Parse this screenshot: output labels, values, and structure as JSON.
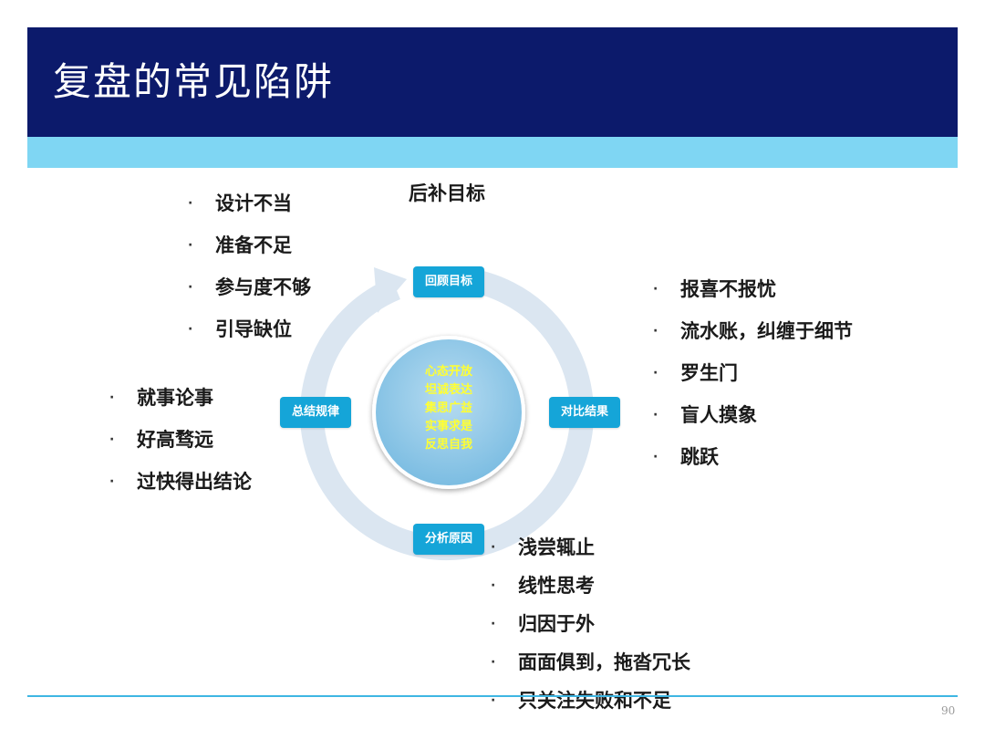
{
  "title": "复盘的常见陷阱",
  "page_number": "90",
  "colors": {
    "header": "#0c1a6b",
    "band": "#7fd6f3",
    "node": "#15a5d8",
    "center_text": "#ffff33",
    "ring": "#dbe6f1"
  },
  "cycle": {
    "nodes": {
      "top": "回顾目标",
      "right": "对比结果",
      "bottom": "分析原因",
      "left": "总结规律"
    },
    "center_lines": [
      "心态开放",
      "坦诚表达",
      "集思广益",
      "实事求是",
      "反思自我"
    ]
  },
  "top_label": "后补目标",
  "lists": {
    "top_left": [
      "设计不当",
      "准备不足",
      "参与度不够",
      "引导缺位"
    ],
    "left": [
      "就事论事",
      "好高骛远",
      "过快得出结论"
    ],
    "right": [
      "报喜不报忧",
      "流水账，纠缠于细节",
      "罗生门",
      "盲人摸象",
      "跳跃"
    ],
    "bottom": [
      "浅尝辄止",
      "线性思考",
      "归因于外",
      "面面俱到，拖沓冗长",
      "只关注失败和不足"
    ]
  },
  "bullet_glyph": "·"
}
